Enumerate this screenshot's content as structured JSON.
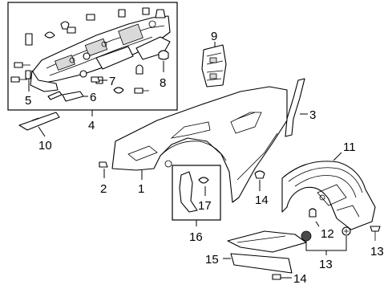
{
  "callouts": {
    "c1": "1",
    "c2": "2",
    "c3": "3",
    "c4": "4",
    "c5": "5",
    "c6": "6",
    "c7": "7",
    "c8": "8",
    "c9": "9",
    "c10": "10",
    "c11": "11",
    "c12": "12",
    "c13a": "13",
    "c13b": "13",
    "c14a": "14",
    "c14b": "14",
    "c15": "15",
    "c16": "16",
    "c17": "17"
  }
}
